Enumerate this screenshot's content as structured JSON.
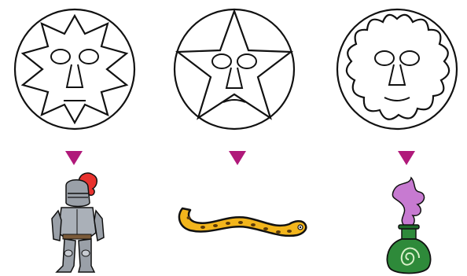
{
  "colors": {
    "background": "#ffffff",
    "outline": "#111111",
    "pointer": "#b0197a",
    "snake_body": "#f2b51c",
    "snake_spots": "#5a3a0a",
    "knight_armor": "#9aa0a8",
    "knight_plume": "#e8322e",
    "potion_bottle": "#2e8a3a",
    "potion_smoke": "#c77ad1"
  },
  "puzzle": {
    "faces": [
      {
        "icon": "sun-face-icon",
        "shape": "eight-point-star",
        "mouth": "neutral"
      },
      {
        "icon": "star-face-icon",
        "shape": "five-point-star",
        "mouth": "frown"
      },
      {
        "icon": "flower-face-icon",
        "shape": "scalloped",
        "mouth": "smile"
      }
    ],
    "pointers": [
      "down-triangle-icon",
      "down-triangle-icon",
      "down-triangle-icon"
    ],
    "objects": [
      {
        "icon": "knight-icon"
      },
      {
        "icon": "snake-icon"
      },
      {
        "icon": "potion-bottle-icon"
      }
    ]
  }
}
